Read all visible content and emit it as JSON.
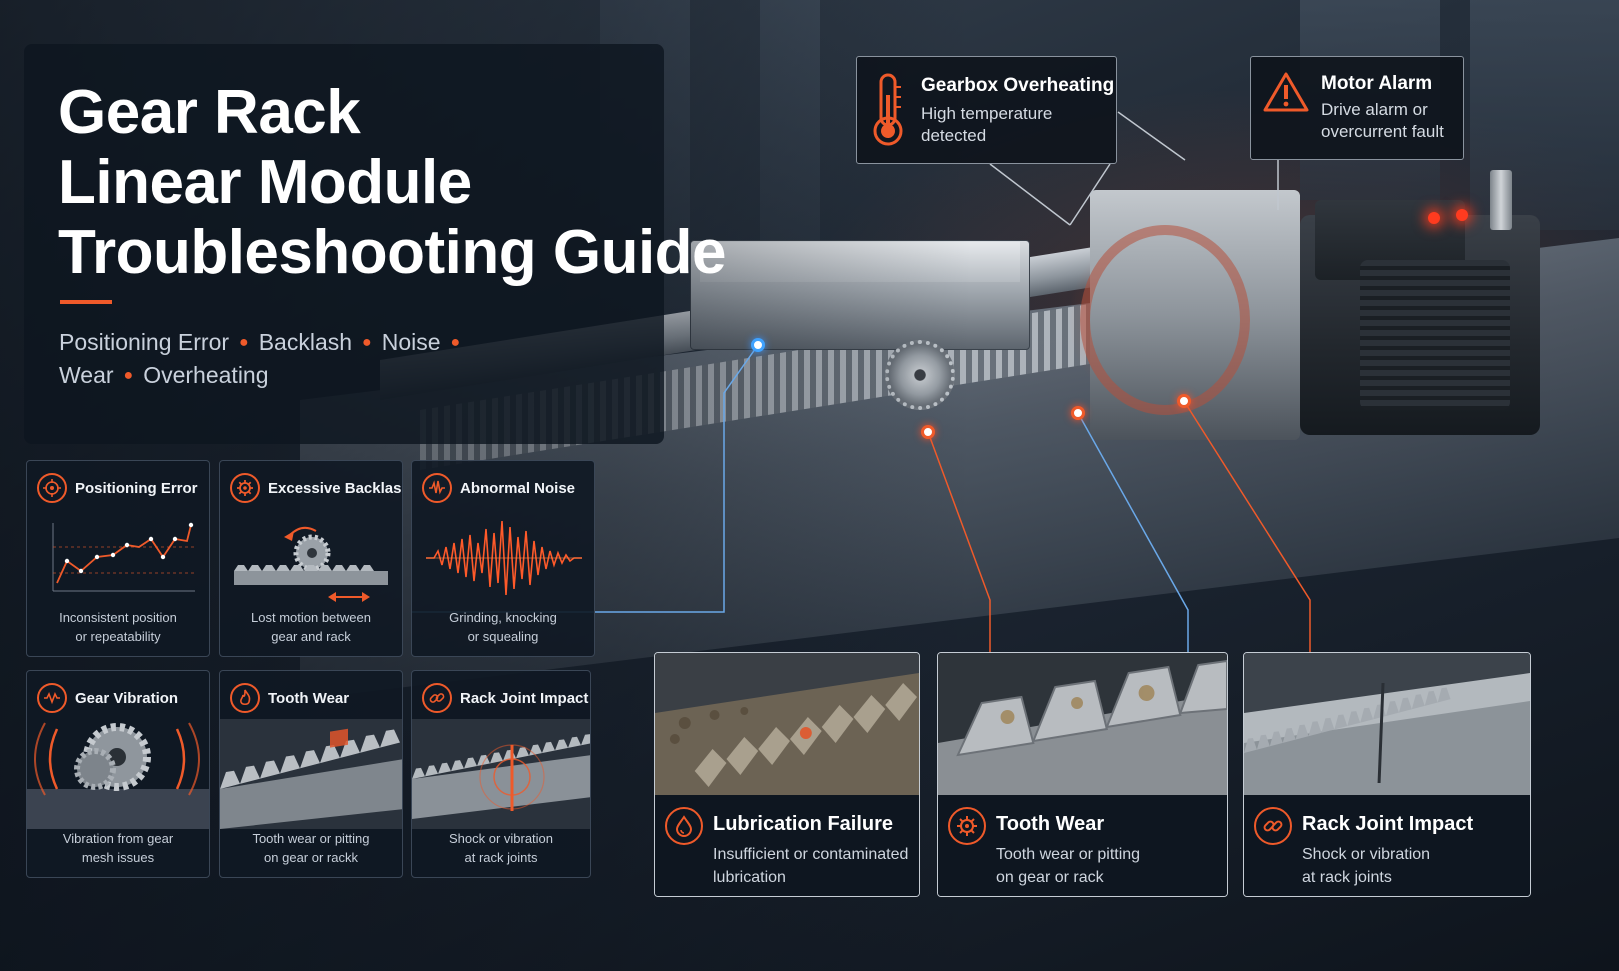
{
  "header": {
    "title_lines": [
      "Gear Rack",
      "Linear Module",
      "Troubleshooting Guide"
    ],
    "tags": [
      "Positioning Error",
      "Backlash",
      "Noise",
      "Wear",
      "Overheating"
    ]
  },
  "colors": {
    "accent": "#ef5a2a",
    "accent_blue": "#3fa2ff",
    "panel_bg": "#0e1620"
  },
  "cards": [
    {
      "title": "Positioning Error",
      "icon": "crosshair-icon",
      "desc_lines": [
        "Inconsistent position",
        "or repeatability"
      ]
    },
    {
      "title": "Excessive Backlash",
      "icon": "gear-icon",
      "desc_lines": [
        "Lost motion between",
        "gear and rack"
      ]
    },
    {
      "title": "Abnormal Noise",
      "icon": "waveform-icon",
      "desc_lines": [
        "Grinding, knocking",
        "or squealing"
      ]
    },
    {
      "title": "Gear Vibration",
      "icon": "vibration-icon",
      "desc_lines": [
        "Vibration from gear",
        "mesh issues"
      ]
    },
    {
      "title": "Tooth Wear",
      "icon": "flame-icon",
      "desc_lines": [
        "Tooth wear or pitting",
        "on gear or rackk"
      ]
    },
    {
      "title": "Rack Joint Impact",
      "icon": "link-icon",
      "desc_lines": [
        "Shock or vibration",
        "at rack joints"
      ]
    }
  ],
  "callouts": {
    "gearbox": {
      "title": "Gearbox Overheating",
      "text_lines": [
        "High temperature",
        "detected"
      ],
      "icon": "thermometer-icon"
    },
    "motor": {
      "title": "Motor Alarm",
      "text_lines": [
        "Drive alarm or",
        "overcurrent fault"
      ],
      "icon": "warning-triangle-icon"
    }
  },
  "details": [
    {
      "title": "Lubrication Failure",
      "icon": "oil-drop-icon",
      "text_lines": [
        "Insufficient or contaminated",
        "lubrication"
      ]
    },
    {
      "title": "Tooth Wear",
      "icon": "gear-icon",
      "text_lines": [
        "Tooth wear or pitting",
        "on gear or rack"
      ]
    },
    {
      "title": "Rack Joint Impact",
      "icon": "link-icon",
      "text_lines": [
        "Shock or vibration",
        "at rack joints"
      ]
    }
  ]
}
